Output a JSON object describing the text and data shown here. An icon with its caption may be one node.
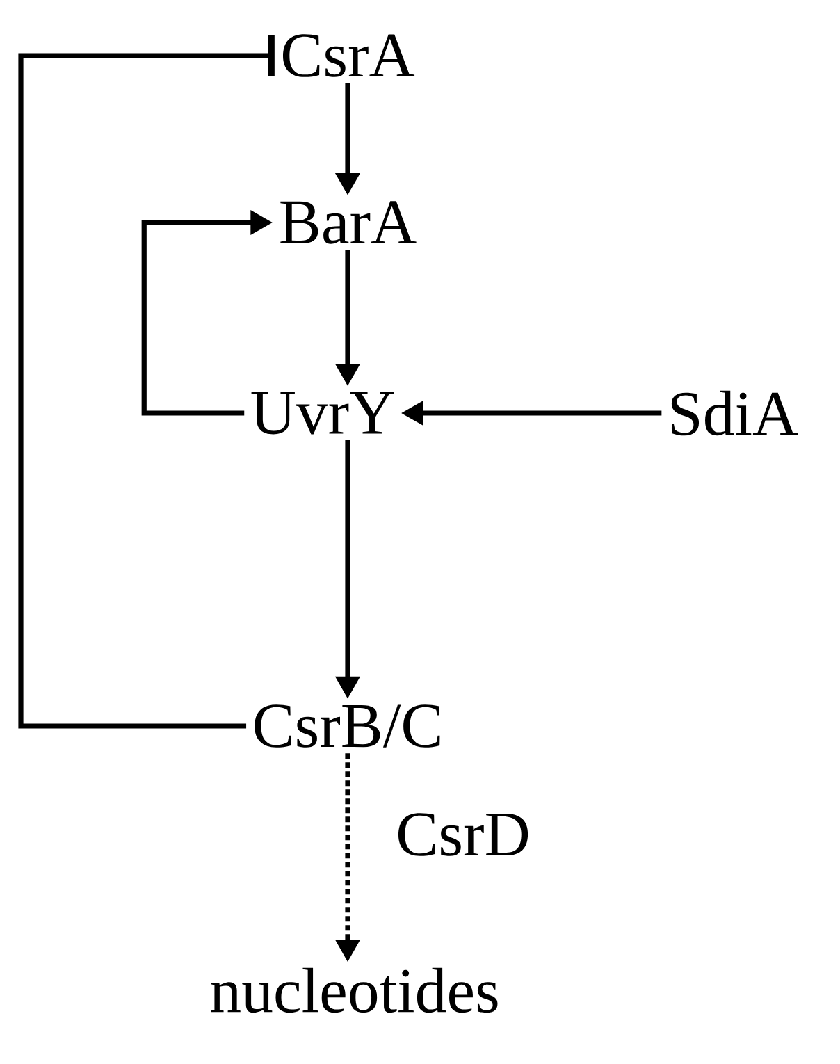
{
  "diagram": {
    "nodes": [
      {
        "text": [
          "CsrA"
        ]
      },
      {
        "text": [
          "BarA"
        ]
      },
      {
        "text": [
          "UvrY"
        ]
      },
      {
        "text": [
          "SdiA"
        ]
      },
      {
        "text": [
          "CsrB/C"
        ]
      },
      {
        "text": [
          "nucleotides"
        ]
      }
    ],
    "edges": [
      {
        "from": 0,
        "to": 1,
        "arrow": "to"
      },
      {
        "from": 1,
        "to": 2,
        "arrow": "to"
      },
      {
        "from": 2,
        "to": 1,
        "arrow": "to"
      },
      {
        "from": 3,
        "to": 2,
        "arrow": "to"
      },
      {
        "from": 2,
        "to": 4,
        "arrow": "to"
      },
      {
        "from": 4,
        "to": 0,
        "arrow": "other"
      },
      {
        "from": 4,
        "to": 5,
        "arrow": "to",
        "style": "dashed",
        "label": "CsrD"
      }
    ]
  }
}
